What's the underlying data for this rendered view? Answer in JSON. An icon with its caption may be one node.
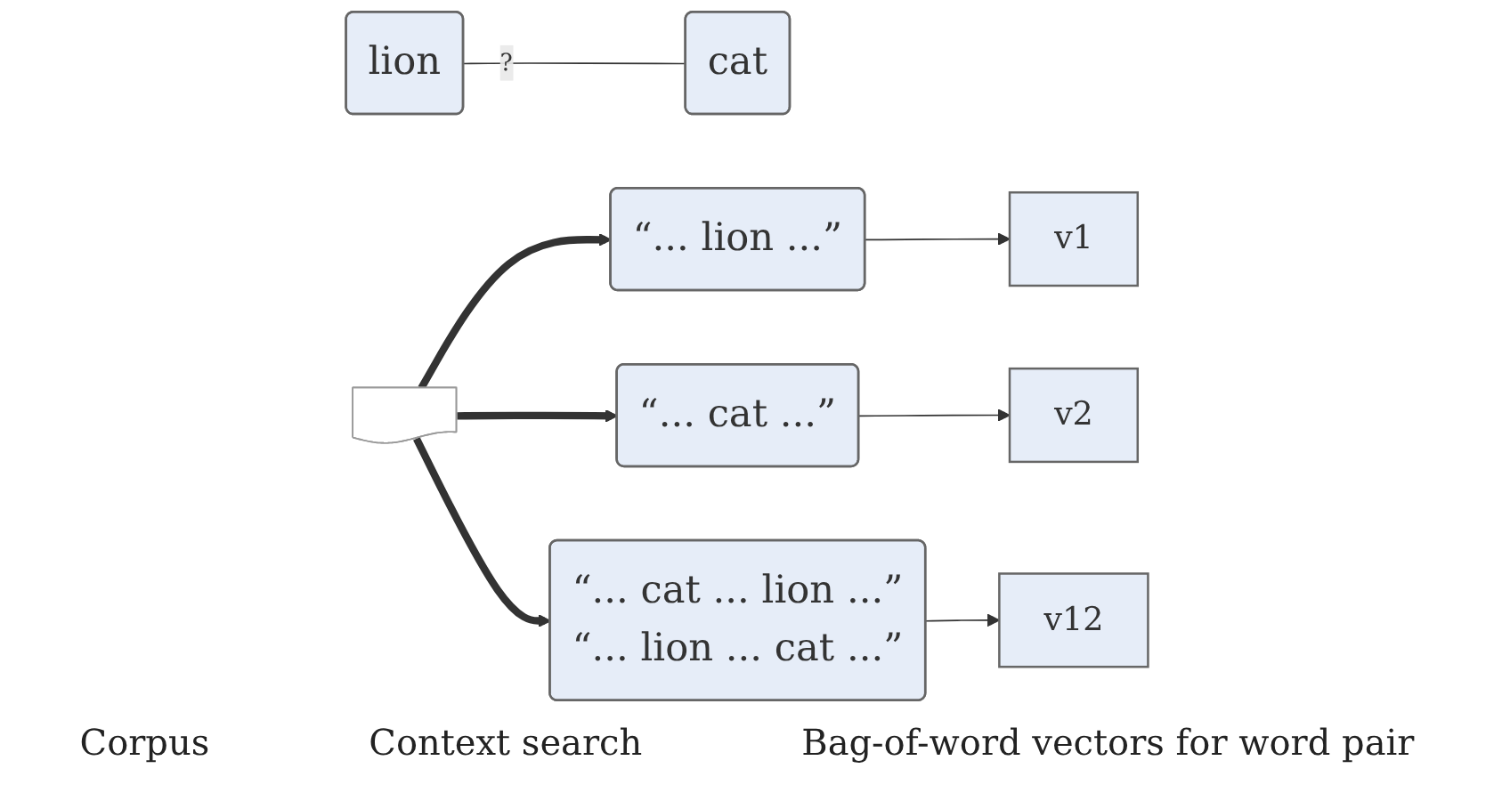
{
  "diagram": {
    "nodes": [
      {
        "text": [
          "lion"
        ]
      },
      {
        "text": [
          "cat"
        ]
      },
      {
        "text": [],
        "shape": "document"
      },
      {
        "text": [
          "“... lion ...”"
        ]
      },
      {
        "text": [
          "“... cat ...”"
        ]
      },
      {
        "text": [
          "“... cat ... lion ...”",
          "“... lion ... cat ...”"
        ]
      },
      {
        "text": [
          "v1"
        ]
      },
      {
        "text": [
          "v2"
        ]
      },
      {
        "text": [
          "v12"
        ]
      }
    ],
    "edges": [
      {
        "from": 0,
        "to": 1,
        "arrow": "none",
        "label": "?"
      },
      {
        "from": 2,
        "to": 3,
        "arrow": "to",
        "style": "thick"
      },
      {
        "from": 2,
        "to": 4,
        "arrow": "to",
        "style": "thick"
      },
      {
        "from": 2,
        "to": 5,
        "arrow": "to",
        "style": "thick"
      },
      {
        "from": 3,
        "to": 6,
        "arrow": "to"
      },
      {
        "from": 4,
        "to": 7,
        "arrow": "to"
      },
      {
        "from": 5,
        "to": 8,
        "arrow": "to"
      }
    ],
    "labels": [
      "Corpus",
      "Context search",
      "Bag-of-word vectors for word pair"
    ]
  }
}
